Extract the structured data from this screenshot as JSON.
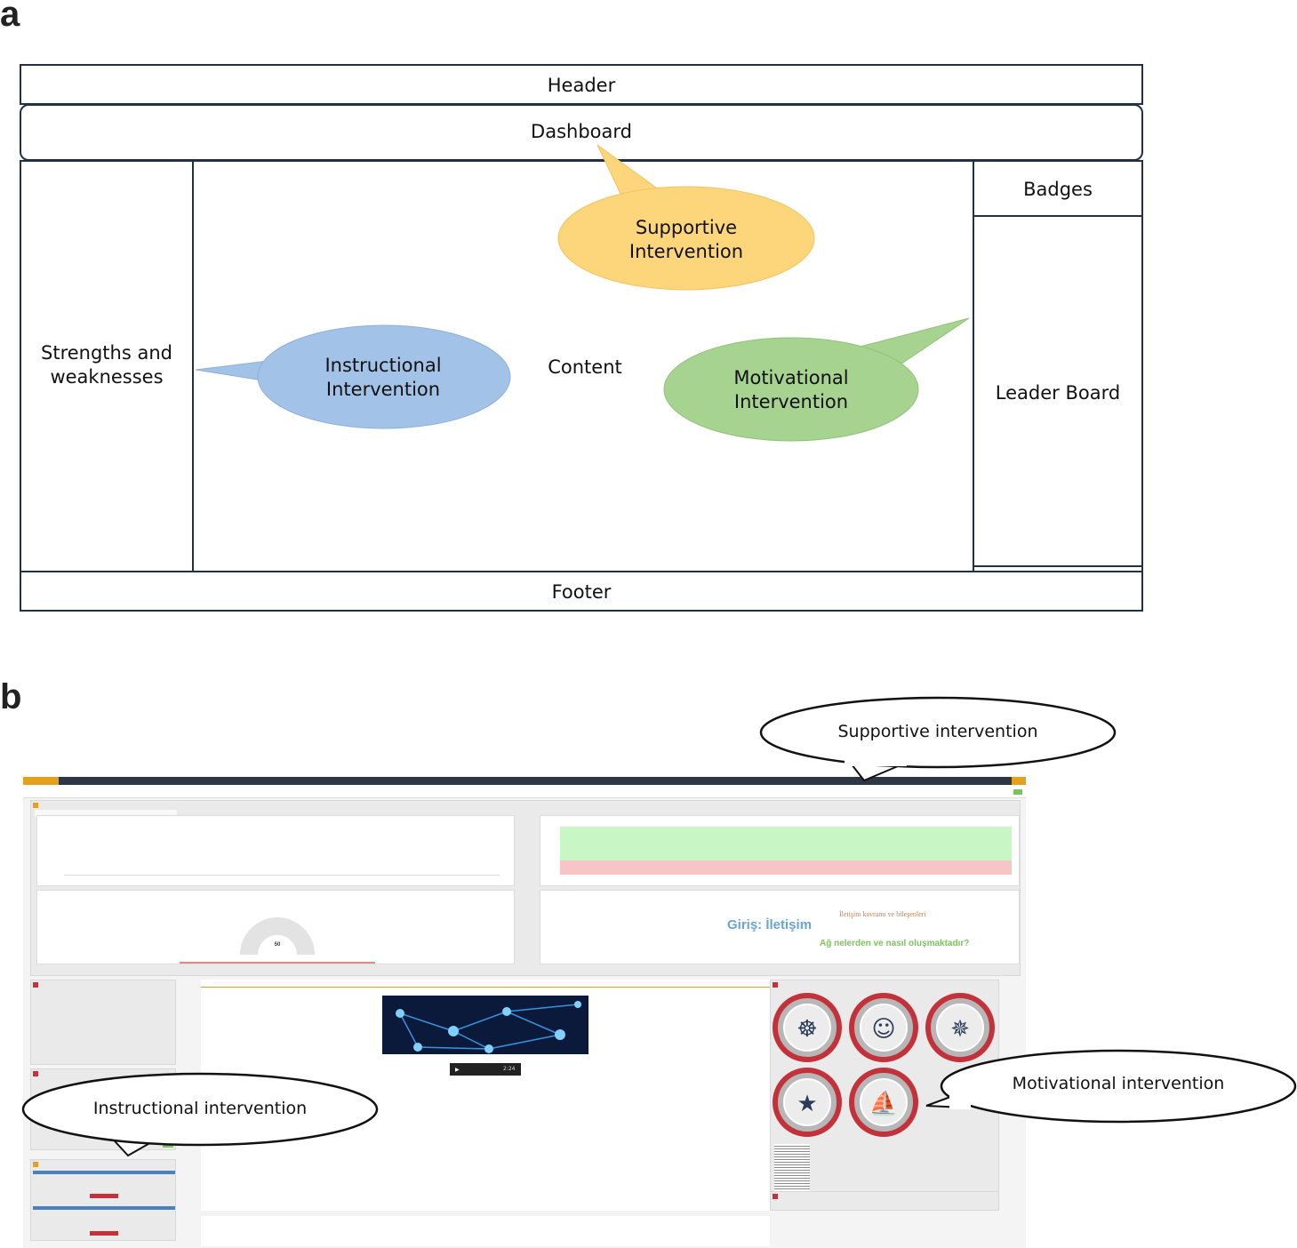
{
  "panel_a": {
    "label": "a",
    "header": "Header",
    "dashboard": "Dashboard",
    "strengths": [
      "Strengths and",
      "weaknesses"
    ],
    "content": "Content",
    "badges": "Badges",
    "leader_board": "Leader Board",
    "footer": "Footer",
    "supportive": [
      "Supportive",
      "Intervention"
    ],
    "instructional": [
      "Instructional",
      "Intervention"
    ],
    "motivational": [
      "Motivational",
      "Intervention"
    ],
    "colors": {
      "supportive": "#fdd57a",
      "instructional": "#a3c2e8",
      "motivational": "#a6d38f",
      "border": "#1f3245"
    }
  },
  "panel_b": {
    "label": "b",
    "callouts": {
      "supportive": "Supportive intervention",
      "instructional": "Instructional intervention",
      "motivational": "Motivational intervention"
    },
    "screen": {
      "content_title": "Giriş: İletişim",
      "content_subtitle": "İletişim kavramı ve bileşenleri",
      "content_question": "Ağ nelerden ve nasıl oluşmaktadır?",
      "gauge_value": "50",
      "video_time": "2:24",
      "colors": {
        "topbar": "#2c3744",
        "accent": "#e6a11c",
        "chart_green": "#c8f7c5",
        "chart_red": "#f7c5c5",
        "badge_ring": "#c3323a"
      }
    }
  }
}
